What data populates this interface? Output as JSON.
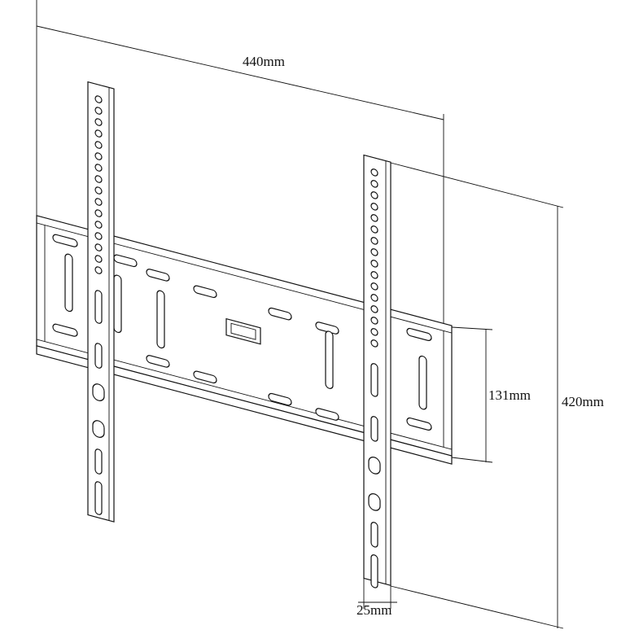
{
  "diagram": {
    "subject": "tv-wall-mount-bracket",
    "line_color": "#111111",
    "background": "#ffffff",
    "dimensions": {
      "width_label": "440mm",
      "height_label": "420mm",
      "plate_height_label": "131mm",
      "upright_width_label": "25mm"
    }
  }
}
